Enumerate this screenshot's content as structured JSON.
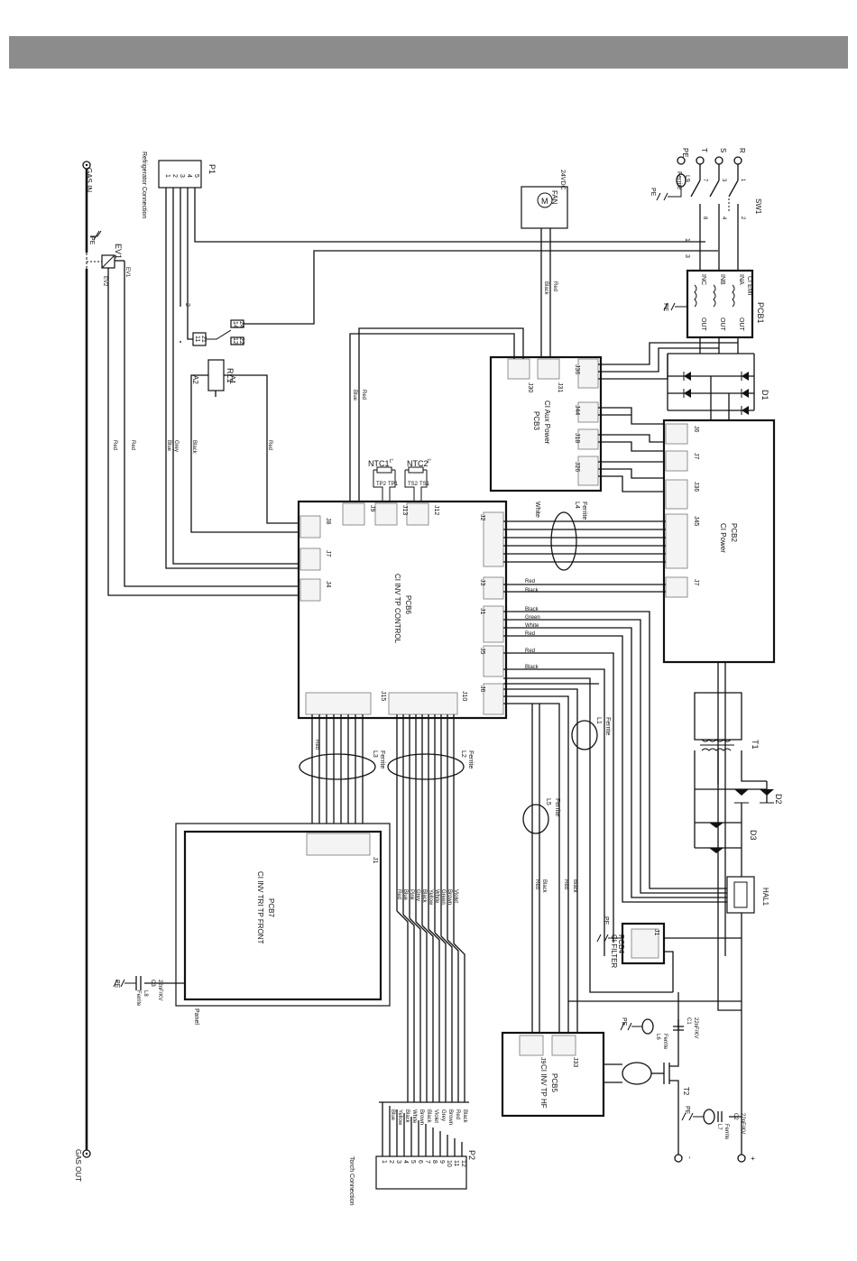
{
  "diagram": {
    "gas": {
      "in": "GAS IN",
      "out": "GAS OUT",
      "valve": "EV1",
      "valve_pins": [
        "EV1",
        "EV2"
      ]
    },
    "earth": "PE",
    "mains": {
      "phases": [
        "R",
        "S",
        "T"
      ],
      "pe": "PE",
      "switch": "SW1",
      "switch_pins": [
        "1",
        "2",
        "3",
        "4",
        "7",
        "8"
      ],
      "ferrite": "Ferrite",
      "ferrite_ref": "L9"
    },
    "fan": {
      "voltage": "24VDC",
      "label": "FAN",
      "symbol": "M"
    },
    "refrigerator": {
      "ref": "P1",
      "label": "Refrigerator Connection",
      "pins": [
        "5",
        "4",
        "3",
        "2",
        "1"
      ]
    },
    "relay": {
      "ref": "RL1",
      "coil_pins": [
        "A2",
        "A1"
      ],
      "contacts": [
        "21",
        "11",
        "24",
        "14",
        "22",
        "12"
      ]
    },
    "wire_numbers": [
      "1",
      "3",
      "2"
    ],
    "wire_colors": {
      "red": "Red",
      "black": "Black",
      "blue": "Blue",
      "grey": "Grey",
      "white": "White",
      "green": "Green",
      "brown": "Brown",
      "yellow": "Yellow",
      "violet": "Violet",
      "pink": "Pink"
    },
    "pcb1": {
      "ref": "PCB1",
      "label": "CI EMI",
      "inputs": [
        "INA",
        "INB",
        "INC"
      ],
      "outputs": [
        "OUT",
        "OUT",
        "OUT"
      ]
    },
    "d1": "D1",
    "d2": "D2",
    "d3": "D3",
    "t1": "T1",
    "hal1": "HAL1",
    "pcb3": {
      "ref": "PCB3",
      "label": "CI Aux Power",
      "connectors": [
        "J36",
        "J44",
        "J18",
        "J26",
        "J30",
        "J31"
      ]
    },
    "pcb2": {
      "ref": "PCB2",
      "label": "CI Power",
      "connectors": [
        "J6",
        "J7",
        "J36",
        "J45",
        "J7"
      ]
    },
    "pcb6": {
      "ref": "PCB6",
      "label": "CI INV TP CONTROL",
      "connectors": [
        "J8",
        "J7",
        "J4",
        "J9",
        "J13",
        "J12",
        "J2",
        "J3",
        "J1",
        "J5",
        "J6",
        "J15",
        "J10"
      ]
    },
    "ntc": [
      {
        "ref": "NTC1",
        "pins": [
          "TP2",
          "TP1"
        ],
        "temp": "t°"
      },
      {
        "ref": "NTC2",
        "pins": [
          "TS2",
          "TS1"
        ],
        "temp": "t°"
      }
    ],
    "pcb7": {
      "ref": "PCB7",
      "label": "CI INV TRI TP FRONT",
      "connector": "J1",
      "panel": "Panel"
    },
    "pcb4": {
      "ref": "PCB4",
      "label": "CI FILTER",
      "connector": "J1"
    },
    "pcb5": {
      "ref": "PCB5",
      "label": "CI INV TP HF",
      "connectors": [
        "J9",
        "J33"
      ]
    },
    "ferrites": [
      "Ferrite",
      "L1",
      "L2",
      "L3",
      "L4",
      "L5",
      "L6",
      "L7",
      "L8"
    ],
    "capacitors": [
      {
        "ref": "C1",
        "value": "22nF/KV"
      },
      {
        "ref": "C2",
        "value": "22nF/KV"
      },
      {
        "ref": "C3",
        "value": "22nF/KV"
      }
    ],
    "t2": "T2",
    "torch": {
      "ref": "P2",
      "label": "Torch Connection",
      "pins": [
        "12",
        "11",
        "10",
        "9",
        "8",
        "7",
        "6",
        "5",
        "4",
        "3",
        "2",
        "1"
      ],
      "wires": [
        "Black",
        "Red",
        "Brown",
        "Grey",
        "Violet",
        "Black",
        "Brown",
        "White",
        "Black",
        "Yellow",
        "Blue"
      ]
    },
    "output_terminals": [
      "+",
      "-"
    ]
  }
}
